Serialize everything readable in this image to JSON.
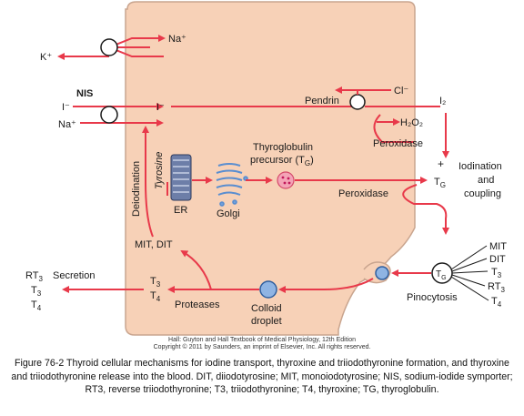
{
  "colors": {
    "cell": "#f7d1b7",
    "cell_border": "#c9a58f",
    "arrow": "#e8394a",
    "colloid": "#8fb4e3",
    "colloid_border": "#2f5f9f",
    "text": "#1a1a1a"
  },
  "labels": {
    "na_top": "Na⁺",
    "k": "K⁺",
    "nis": "NIS",
    "i_left": "I⁻",
    "na_left": "Na⁺",
    "i_inside": "I⁻",
    "pendrin": "Pendrin",
    "cl": "Cl⁻",
    "i2": "I₂",
    "h2o2": "H₂O₂",
    "peroxidase_top": "Peroxidase",
    "deiodination": "Deiodination",
    "tyrosine": "Tyrosine",
    "er": "ER",
    "golgi": "Golgi",
    "thyroglobulin_precursor": "Thyroglobulin",
    "precursor_tg": "precursor (T",
    "tg_sub": "G",
    "tg_close": ")",
    "plus": "+",
    "iodination": "Iodination",
    "and": "and",
    "coupling": "coupling",
    "tg_symbol": "T",
    "peroxidase_mid": "Peroxidase",
    "mit_dit": "MIT, DIT",
    "secretion": "Secretion",
    "rt3": "RT",
    "t3": "T",
    "t4": "T",
    "sub3": "3",
    "sub4": "4",
    "proteases": "Proteases",
    "colloid": "Colloid",
    "droplet": "droplet",
    "pinocytosis": "Pinocytosis",
    "tg_circle": "T",
    "right_mit": "MIT",
    "right_dit": "DIT",
    "right_t3": "T",
    "right_rt3": "RT",
    "right_t4": "T"
  },
  "credit": {
    "line1": "Hall: Guyton and Hall Textbook of Medical Physiology, 12th Edition",
    "line2": "Copyright © 2011 by Saunders, an imprint of Elsevier, Inc. All rights reserved."
  },
  "caption": {
    "text": "Figure 76-2 Thyroid cellular mechanisms for iodine transport, thyroxine and triiodothyronine formation, and thyroxine and triiodothyronine release into the blood. DIT, diiodotyrosine; MIT, monoiodotyrosine; NIS, sodium-iodide symporter; RT3, reverse triiodothyronine; T3, triiodothyronine; T4, thyroxine; TG, thyroglobulin."
  }
}
